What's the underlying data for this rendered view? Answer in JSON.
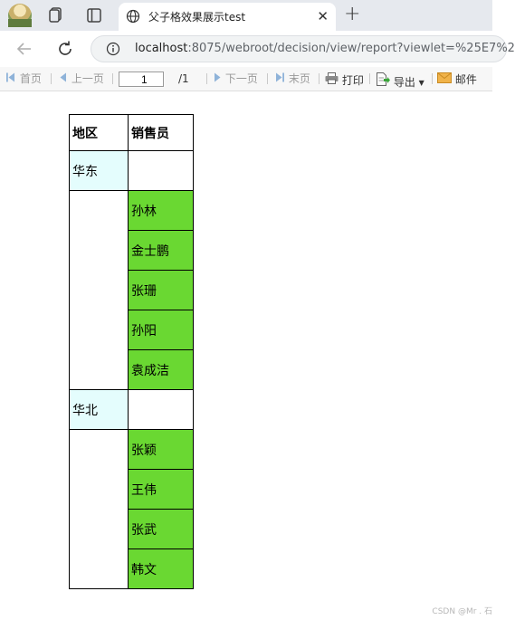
{
  "browser": {
    "tab_title": "父子格效果展示test",
    "tab_close": "✕",
    "new_tab": "+",
    "url_host": "localhost",
    "url_rest": ":8075/webroot/decision/view/report?viewlet=%25E7%2"
  },
  "toolbar": {
    "first": "首页",
    "prev": "上一页",
    "page_value": "1",
    "page_total": "/1",
    "next": "下一页",
    "last": "末页",
    "print": "打印",
    "export": "导出",
    "email": "邮件"
  },
  "report": {
    "header_region": "地区",
    "header_salesperson": "销售员",
    "groups": [
      {
        "region": "华东",
        "salespeople": [
          "孙林",
          "金士鹏",
          "张珊",
          "孙阳",
          "袁成洁"
        ]
      },
      {
        "region": "华北",
        "salespeople": [
          "张颖",
          "王伟",
          "张武",
          "韩文"
        ]
      }
    ]
  },
  "colors": {
    "region_cell": "#e4fdfd",
    "salesperson_cell": "#6ad832"
  },
  "watermark": "CSDN @Mr . 石"
}
